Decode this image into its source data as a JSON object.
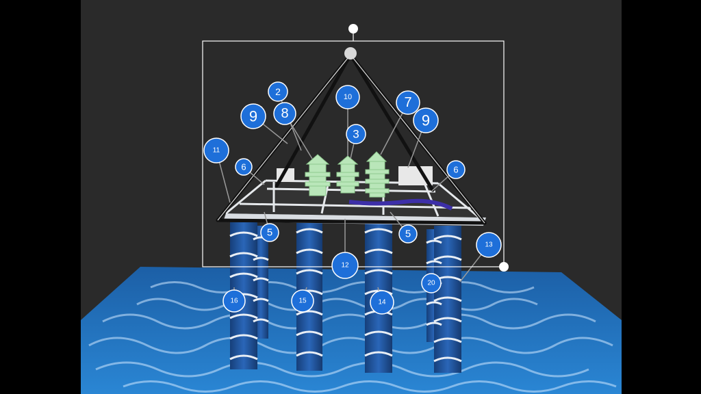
{
  "colors": {
    "background": "#2a2a2a",
    "letterbox": "#000000",
    "callout_fill": "#1e6fd9",
    "callout_stroke": "#ffffff",
    "column": "#1f56a0",
    "spiral": "#e8eef5",
    "deck": "#d9dde2",
    "frame": "#111111",
    "building": "#b9e6b9",
    "selection": "#ffffff"
  },
  "callouts": [
    {
      "id": "c2",
      "label": "2"
    },
    {
      "id": "c10",
      "label": "10"
    },
    {
      "id": "c7",
      "label": "7"
    },
    {
      "id": "c9a",
      "label": "9"
    },
    {
      "id": "c9b",
      "label": "9"
    },
    {
      "id": "c8",
      "label": "8"
    },
    {
      "id": "c3",
      "label": "3"
    },
    {
      "id": "c11",
      "label": "11"
    },
    {
      "id": "c6a",
      "label": "6"
    },
    {
      "id": "c6b",
      "label": "6"
    },
    {
      "id": "c5a",
      "label": "5"
    },
    {
      "id": "c5b",
      "label": "5"
    },
    {
      "id": "c12",
      "label": "12"
    },
    {
      "id": "c13",
      "label": "13"
    },
    {
      "id": "c20",
      "label": "20"
    },
    {
      "id": "c16",
      "label": "16"
    },
    {
      "id": "c15",
      "label": "15"
    },
    {
      "id": "c14",
      "label": "14"
    }
  ]
}
